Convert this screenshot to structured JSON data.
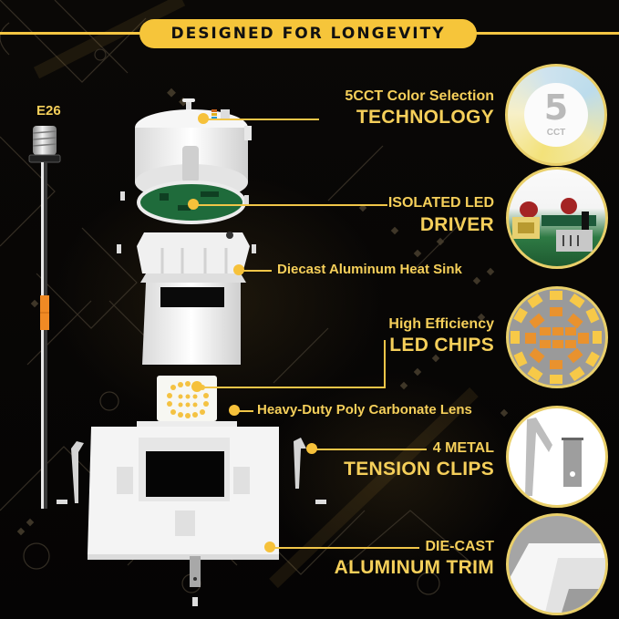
{
  "banner": {
    "title": "DESIGNED FOR LONGEVITY"
  },
  "socket_label": "E26",
  "features": [
    {
      "line1": "5CCT Color Selection",
      "line2": "TECHNOLOGY",
      "thumb": "5cct-badge",
      "badge_number": "5",
      "badge_sub": "CCT"
    },
    {
      "line1": "ISOLATED LED",
      "line2": "DRIVER",
      "thumb": "driver-board"
    },
    {
      "line1": "High Efficiency",
      "line2": "LED CHIPS",
      "thumb": "led-chip-array"
    },
    {
      "line1": "4 METAL",
      "line2": "TENSION CLIPS",
      "thumb": "metal-clip"
    },
    {
      "line1": "DIE-CAST",
      "line2": "ALUMINUM TRIM",
      "thumb": "trim-corner"
    }
  ],
  "callouts": {
    "heat_sink": "Diecast Aluminum Heat Sink",
    "lens": "Heavy-Duty Poly Carbonate Lens"
  },
  "colors": {
    "accent": "#f6c53a",
    "text_accent": "#f5cf5a",
    "background": "#060504",
    "wire_sleeve": "#f08a24"
  }
}
